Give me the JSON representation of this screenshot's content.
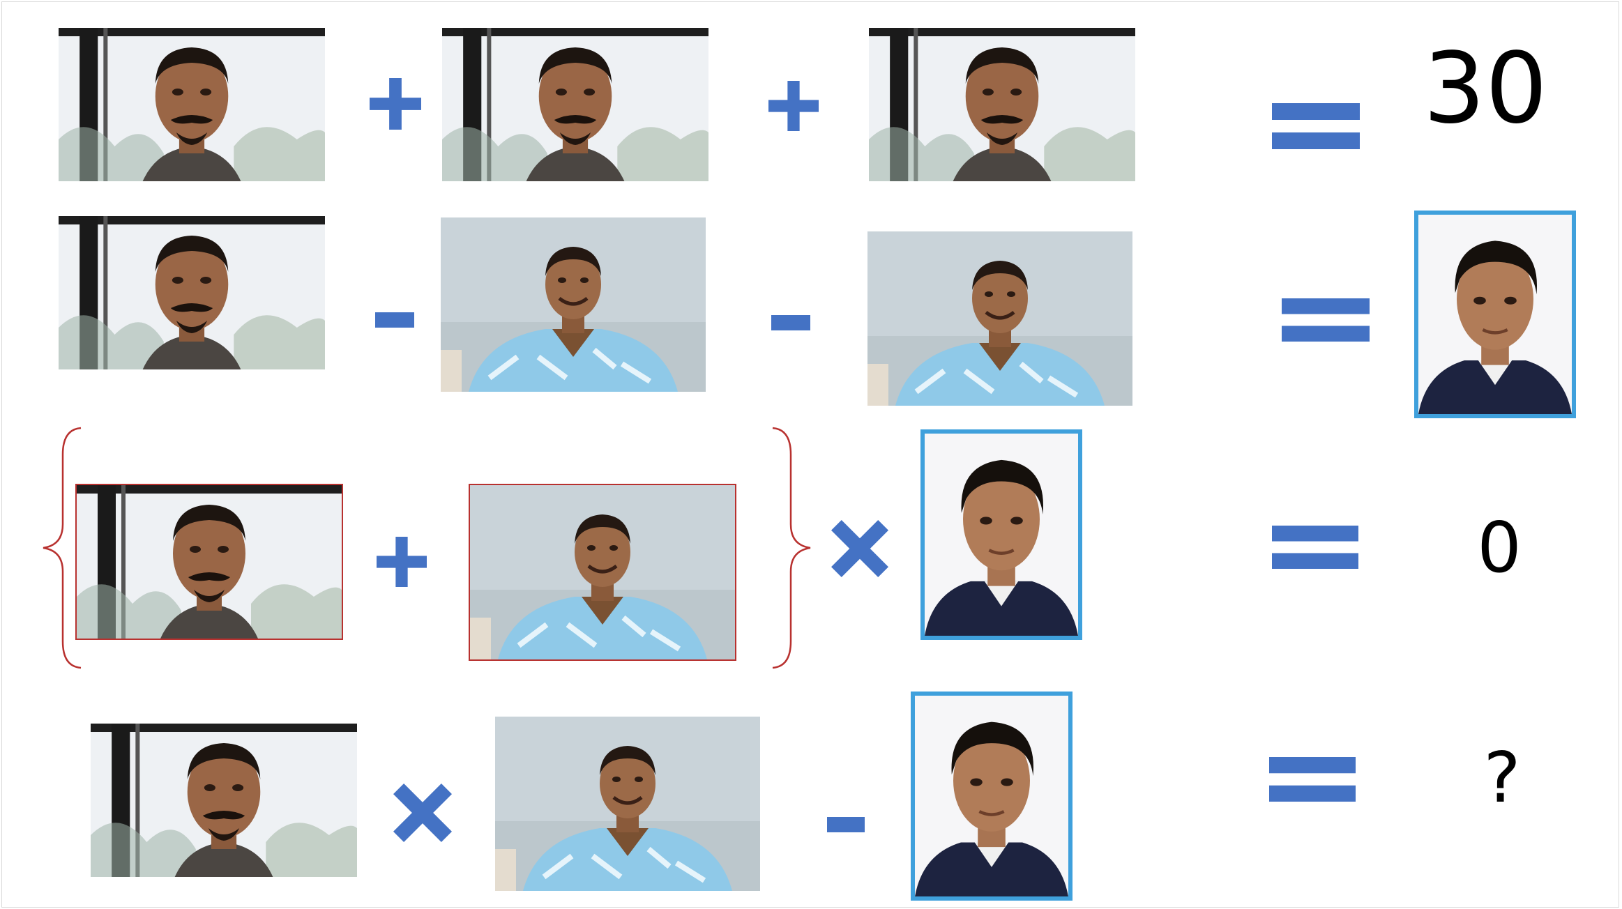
{
  "colors": {
    "operator_blue": "#4472c4",
    "frame_blue": "#3fa0dc",
    "bracket_red": "#b8312f",
    "text": "#000000"
  },
  "equations": [
    {
      "terms": [
        "person-a-photo",
        "plus",
        "person-a-photo",
        "plus",
        "person-a-photo"
      ],
      "equals": "equals",
      "result": "30"
    },
    {
      "terms": [
        "person-a-photo",
        "minus",
        "person-b-photo",
        "minus",
        "person-b-photo"
      ],
      "equals": "equals",
      "result_icon": "person-c-photo"
    },
    {
      "terms": [
        "left-brace",
        "person-a-photo",
        "plus",
        "person-b-photo",
        "right-brace",
        "times",
        "person-c-photo"
      ],
      "equals": "equals",
      "result": "0"
    },
    {
      "terms": [
        "person-a-photo",
        "times",
        "person-b-photo",
        "minus",
        "person-c-photo"
      ],
      "equals": "equals",
      "result": "?"
    }
  ],
  "icons": {
    "person_a": "person-a-photo",
    "person_b": "person-b-photo",
    "person_c": "person-c-photo",
    "plus": "plus-icon",
    "minus": "minus-icon",
    "times": "times-icon",
    "equals": "equals-icon"
  }
}
